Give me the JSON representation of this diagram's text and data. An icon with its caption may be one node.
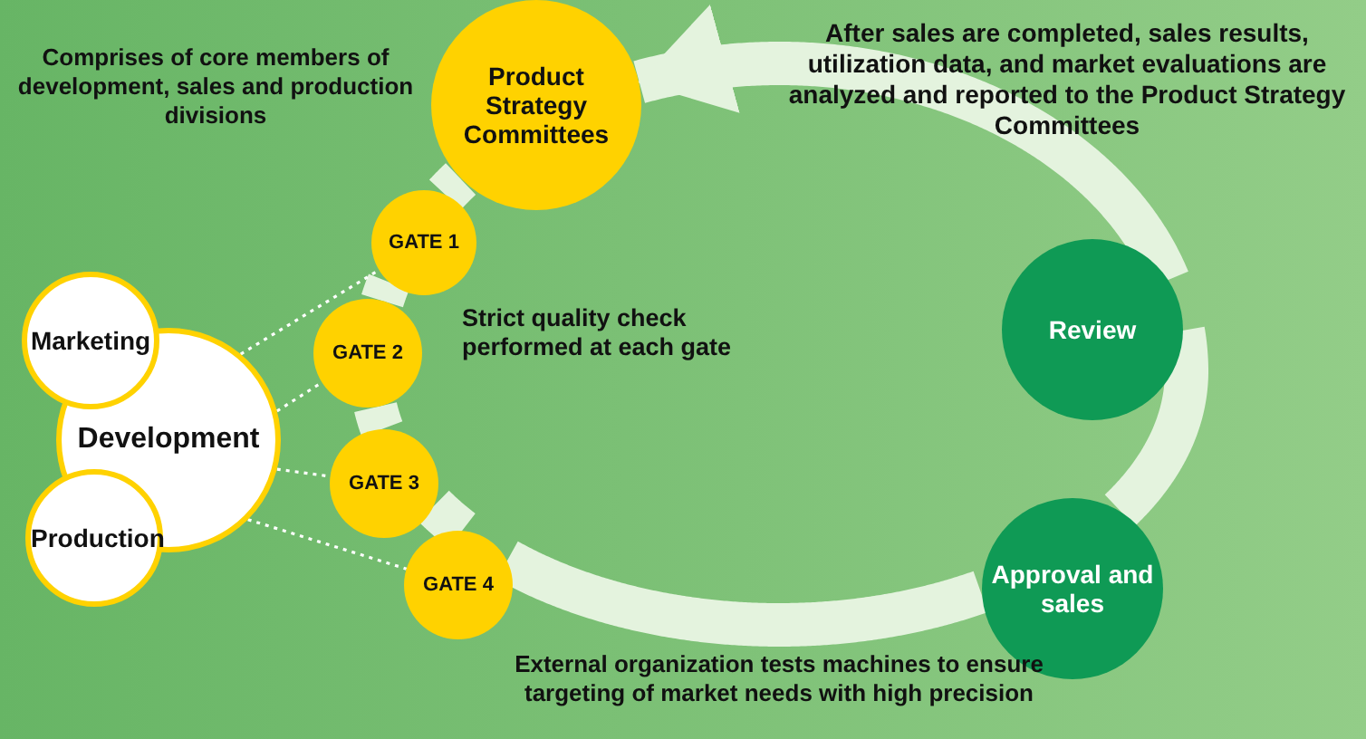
{
  "diagram": {
    "nodes": [
      {
        "text": [
          "Product Strategy Committees"
        ],
        "beside": [
          "Comprises of core members of development, sales and production divisions"
        ]
      },
      {
        "text": [
          "GATE 1"
        ]
      },
      {
        "text": [
          "GATE 2"
        ]
      },
      {
        "text": [
          "GATE 3"
        ]
      },
      {
        "text": [
          "GATE 4"
        ]
      },
      {
        "text": [
          "Development"
        ]
      },
      {
        "text": [
          "Marketing"
        ]
      },
      {
        "text": [
          "Production"
        ]
      },
      {
        "text": [
          "Review"
        ]
      },
      {
        "text": [
          "Approval and sales"
        ]
      }
    ],
    "edges": [
      {
        "from": 0,
        "to": 1,
        "arrow": "none"
      },
      {
        "from": 1,
        "to": 2,
        "arrow": "none"
      },
      {
        "from": 2,
        "to": 3,
        "arrow": "none"
      },
      {
        "from": 3,
        "to": 4,
        "arrow": "none"
      },
      {
        "from": 4,
        "to": 9,
        "arrow": "none"
      },
      {
        "from": 9,
        "to": 8,
        "arrow": "none"
      },
      {
        "from": 8,
        "to": 0,
        "arrow": "to"
      },
      {
        "from": 5,
        "to": 1,
        "arrow": "none",
        "style": "dashed"
      },
      {
        "from": 5,
        "to": 2,
        "arrow": "none",
        "style": "dashed"
      },
      {
        "from": 5,
        "to": 3,
        "arrow": "none",
        "style": "dashed"
      },
      {
        "from": 5,
        "to": 4,
        "arrow": "none",
        "style": "dashed"
      }
    ],
    "labels": [
      "After sales are completed, sales results, utilization data, and market evaluations are analyzed and reported to the Product Strategy Committees",
      "Strict quality check performed at each gate",
      "External organization tests machines to ensure targeting of market needs with high precision"
    ]
  }
}
